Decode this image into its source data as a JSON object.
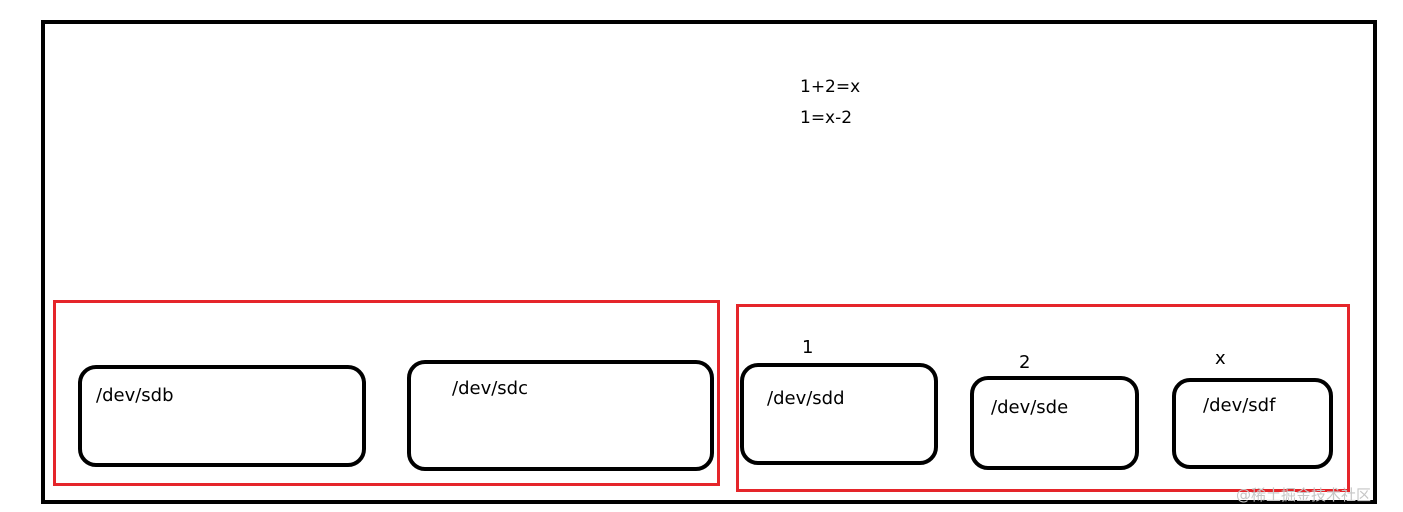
{
  "formulas": [
    "1+2=x",
    "1=x-2"
  ],
  "groups": {
    "left": {
      "disks": [
        {
          "label": "/dev/sdb"
        },
        {
          "label": "/dev/sdc"
        }
      ]
    },
    "right": {
      "disks": [
        {
          "label": "/dev/sdd",
          "marker": "1"
        },
        {
          "label": "/dev/sde",
          "marker": "2"
        },
        {
          "label": "/dev/sdf",
          "marker": "x"
        }
      ]
    }
  },
  "colors": {
    "group_border": "#e5252a",
    "disk_border": "#000000",
    "frame_border": "#000000"
  },
  "watermark": "@稀土掘金技术社区"
}
